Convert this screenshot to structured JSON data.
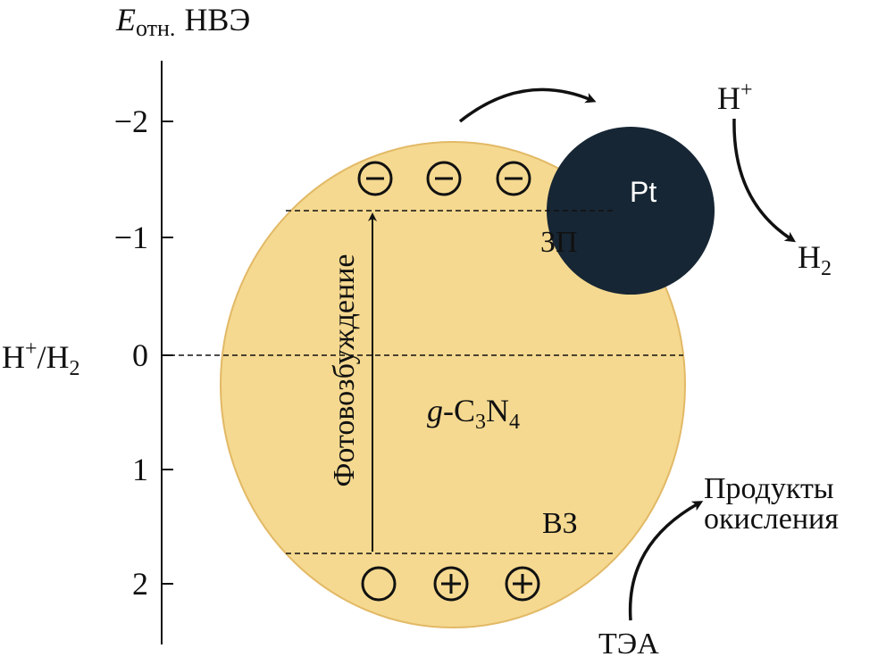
{
  "axis": {
    "title_main": "E",
    "title_sub": "отн.",
    "title_rest": "НВЭ",
    "ticks": [
      "−2",
      "−1",
      "0",
      "1",
      "2"
    ],
    "reference_main": "H",
    "reference_sup": "+",
    "reference_rest": "/H",
    "reference_sub": "2"
  },
  "particle": {
    "name_prefix": "g",
    "name_c": "-C",
    "name_c_sub": "3",
    "name_n": "N",
    "name_n_sub": "4",
    "conduction_band": "ЗП",
    "valence_band": "ВЗ",
    "excitation": "Фотовозбуждение",
    "electron_symbol": "−",
    "hole_symbol": "+"
  },
  "cocatalyst": {
    "label": "Pt"
  },
  "reactions": {
    "proton_main": "H",
    "proton_sup": "+",
    "hydrogen_main": "H",
    "hydrogen_sub": "2",
    "donor": "ТЭА",
    "products_line1": "Продукты",
    "products_line2": "окисления"
  },
  "colors": {
    "particle_fill": "#f5d990",
    "particle_stroke": "#e2b966",
    "pt_fill": "#172634"
  }
}
